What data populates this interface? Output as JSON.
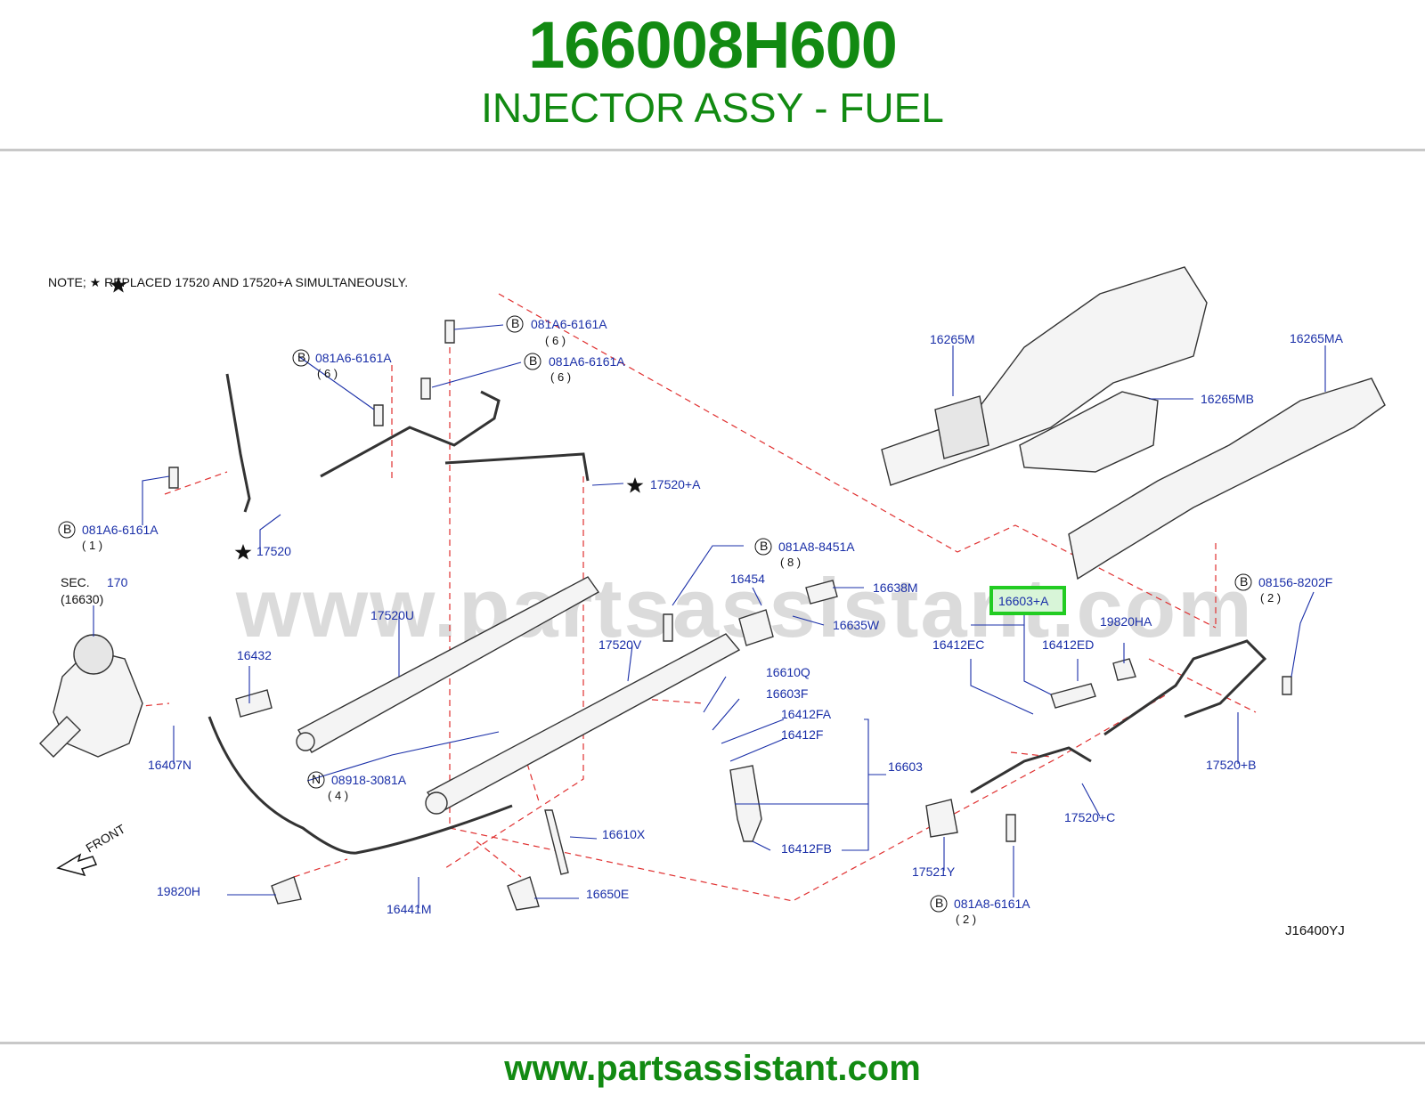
{
  "header": {
    "part_number": "166008H600",
    "part_name": "INJECTOR ASSY - FUEL"
  },
  "diagram": {
    "note": "NOTE;   ★ REPLACED   17520   AND   17520+A   SIMULTANEOUSLY.",
    "watermark": "www.partsassistant.com",
    "drawing_code": "J16400YJ",
    "section_ref": {
      "label": "SEC.",
      "number": "170",
      "sub": "(16630)"
    },
    "front_label": "FRONT",
    "highlighted_part": "16603+A",
    "part_labels": {
      "p16265M": "16265M",
      "p16265MA": "16265MA",
      "p16265MB": "16265MB",
      "p17520A": "17520+A",
      "p17520": "17520",
      "p17520U": "17520U",
      "p17520V": "17520V",
      "p16454": "16454",
      "p16638M": "16638M",
      "p16635W": "16635W",
      "p16603A": "16603+A",
      "p16412EC": "16412EC",
      "p16412ED": "16412ED",
      "p19820HA": "19820HA",
      "p16610Q": "16610Q",
      "p16603F": "16603F",
      "p16412FA": "16412FA",
      "p16412F": "16412F",
      "p16603": "16603",
      "p16412FB": "16412FB",
      "p16432": "16432",
      "p16407N": "16407N",
      "p16610X": "16610X",
      "p16650E": "16650E",
      "p16441M": "16441M",
      "p19820H": "19820H",
      "p17520B": "17520+B",
      "p17520C": "17520+C",
      "p17521Y": "17521Y"
    },
    "callouts": [
      {
        "letter": "B",
        "number": "081A6-6161A",
        "qty": "( 6 )"
      },
      {
        "letter": "B",
        "number": "081A6-6161A",
        "qty": "( 6 )"
      },
      {
        "letter": "B",
        "number": "081A6-6161A",
        "qty": "( 6 )"
      },
      {
        "letter": "B",
        "number": "081A6-6161A",
        "qty": "( 1 )"
      },
      {
        "letter": "B",
        "number": "081A8-8451A",
        "qty": "( 8 )"
      },
      {
        "letter": "B",
        "number": "08156-8202F",
        "qty": "( 2 )"
      },
      {
        "letter": "N",
        "number": "08918-3081A",
        "qty": "( 4 )"
      },
      {
        "letter": "B",
        "number": "081A8-6161A",
        "qty": "( 2 )"
      }
    ]
  },
  "footer": {
    "url": "www.partsassistant.com"
  },
  "colors": {
    "brand_green": "#128a12",
    "label_blue": "#1a2fa8",
    "dash_red": "#e03030",
    "highlight": "#22cc22"
  }
}
